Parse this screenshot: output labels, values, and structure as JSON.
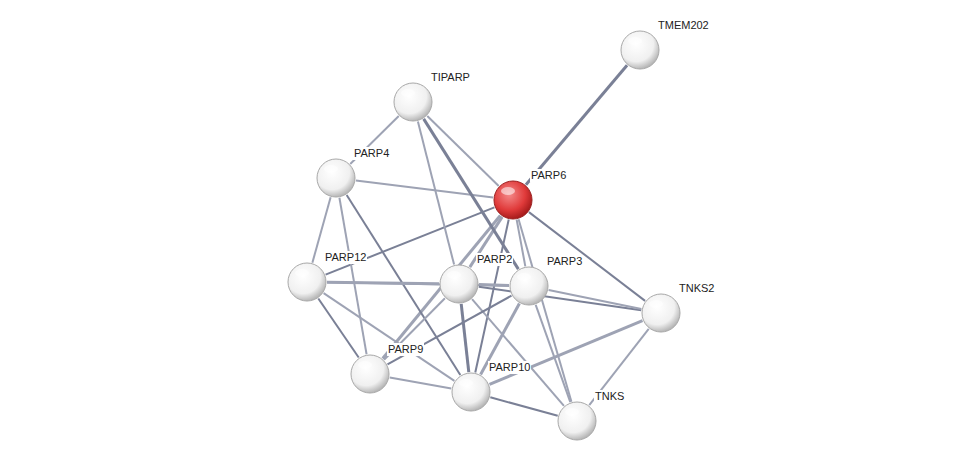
{
  "diagram": {
    "nodes": [
      {
        "text": [
          "TMEM202"
        ]
      },
      {
        "text": [
          "TIPARP"
        ]
      },
      {
        "text": [
          "PARP4"
        ]
      },
      {
        "text": [
          "PARP6"
        ]
      },
      {
        "text": [
          "PARP12"
        ]
      },
      {
        "text": [
          "PARP2"
        ]
      },
      {
        "text": [
          "PARP3"
        ]
      },
      {
        "text": [
          "TNKS2"
        ]
      },
      {
        "text": [
          "PARP9"
        ]
      },
      {
        "text": [
          "PARP10"
        ]
      },
      {
        "text": [
          "TNKS"
        ]
      }
    ],
    "edges": [
      {
        "from": 3,
        "to": 0,
        "arrow": "none"
      },
      {
        "from": 3,
        "to": 1,
        "arrow": "none"
      },
      {
        "from": 3,
        "to": 2,
        "arrow": "none"
      },
      {
        "from": 3,
        "to": 4,
        "arrow": "none"
      },
      {
        "from": 3,
        "to": 5,
        "arrow": "none"
      },
      {
        "from": 3,
        "to": 6,
        "arrow": "none"
      },
      {
        "from": 3,
        "to": 7,
        "arrow": "none"
      },
      {
        "from": 3,
        "to": 10,
        "arrow": "none"
      },
      {
        "from": 3,
        "to": 8,
        "arrow": "none"
      },
      {
        "from": 3,
        "to": 9,
        "arrow": "none"
      },
      {
        "from": 1,
        "to": 2,
        "arrow": "none"
      },
      {
        "from": 1,
        "to": 5,
        "arrow": "none"
      },
      {
        "from": 1,
        "to": 6,
        "arrow": "none"
      },
      {
        "from": 2,
        "to": 4,
        "arrow": "none"
      },
      {
        "from": 2,
        "to": 8,
        "arrow": "none"
      },
      {
        "from": 2,
        "to": 9,
        "arrow": "none"
      },
      {
        "from": 4,
        "to": 5,
        "arrow": "none"
      },
      {
        "from": 4,
        "to": 6,
        "arrow": "none"
      },
      {
        "from": 4,
        "to": 8,
        "arrow": "none"
      },
      {
        "from": 4,
        "to": 9,
        "arrow": "none"
      },
      {
        "from": 5,
        "to": 6,
        "arrow": "none"
      },
      {
        "from": 5,
        "to": 7,
        "arrow": "none"
      },
      {
        "from": 5,
        "to": 10,
        "arrow": "none"
      },
      {
        "from": 5,
        "to": 8,
        "arrow": "none"
      },
      {
        "from": 5,
        "to": 9,
        "arrow": "none"
      },
      {
        "from": 6,
        "to": 7,
        "arrow": "none"
      },
      {
        "from": 6,
        "to": 10,
        "arrow": "none"
      },
      {
        "from": 6,
        "to": 8,
        "arrow": "none"
      },
      {
        "from": 6,
        "to": 9,
        "arrow": "none"
      },
      {
        "from": 8,
        "to": 9,
        "arrow": "none"
      },
      {
        "from": 9,
        "to": 10,
        "arrow": "none"
      },
      {
        "from": 7,
        "to": 10,
        "arrow": "none"
      },
      {
        "from": 7,
        "to": 9,
        "arrow": "none"
      }
    ]
  }
}
